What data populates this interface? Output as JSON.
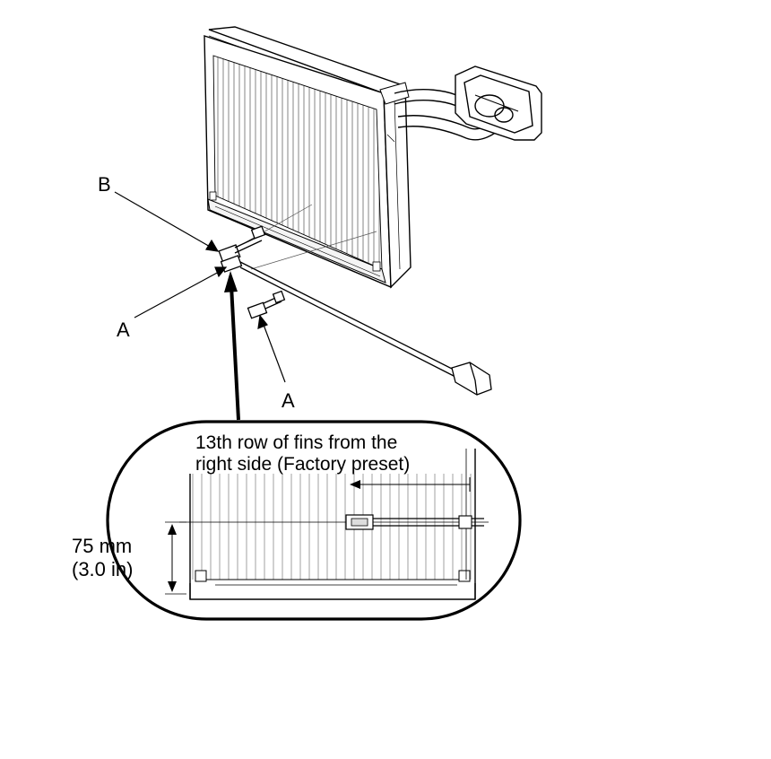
{
  "labels": {
    "callout_b": "B",
    "callout_a_left": "A",
    "callout_a_right": "A"
  },
  "detail": {
    "caption_line1": "13th row of fins from the",
    "caption_line2": "right side (Factory preset)",
    "dimension_line1": "75 mm",
    "dimension_line2": "(3.0 in)"
  }
}
